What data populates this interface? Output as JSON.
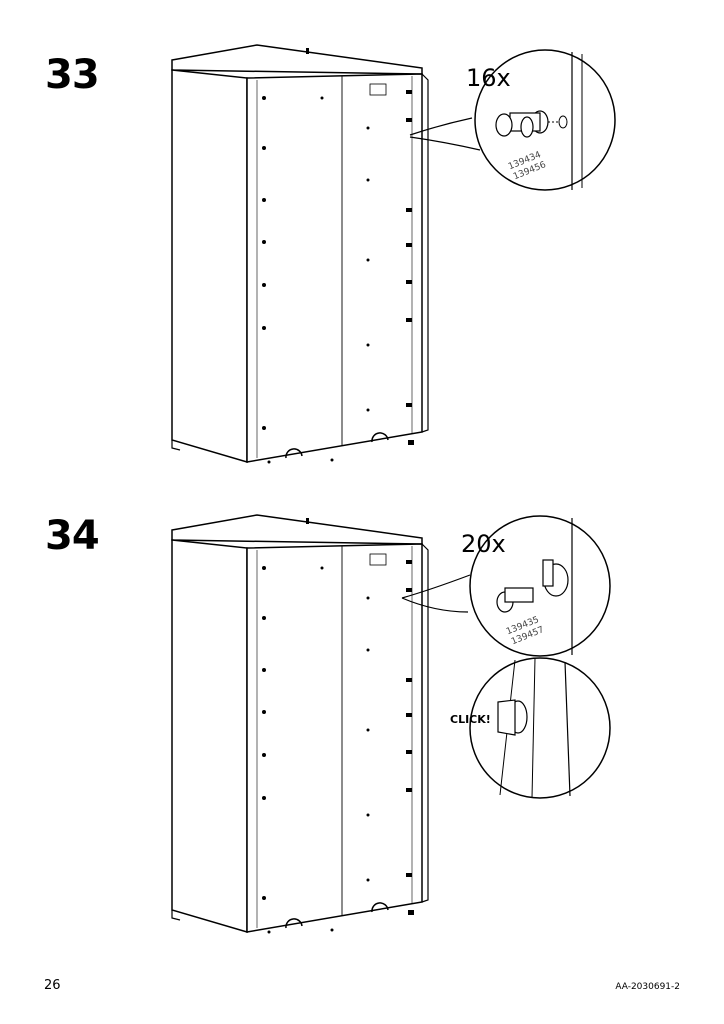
{
  "page": {
    "number": "26",
    "doc_code": "AA-2030691-2"
  },
  "steps": [
    {
      "number": "33",
      "quantity": "16x",
      "part_numbers": [
        "139434",
        "139456"
      ]
    },
    {
      "number": "34",
      "quantity": "20x",
      "part_numbers": [
        "139435",
        "139457"
      ],
      "callout": "CLICK!"
    }
  ]
}
